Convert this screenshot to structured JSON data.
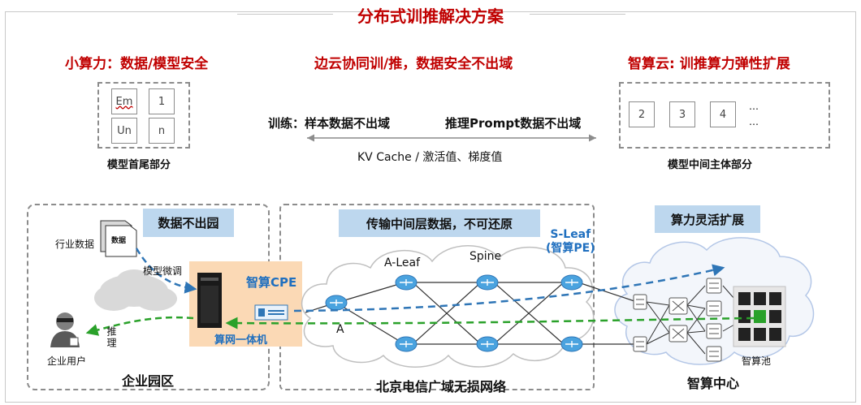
{
  "title": "分布式训推解决方案",
  "sections": {
    "left_heading": "小算力：数据/模型安全",
    "center_heading": "边云协同训/推，数据安全不出域",
    "right_heading": "智算云: 训推算力弹性扩展"
  },
  "left_model": {
    "cells": [
      "Em",
      "1",
      "Un",
      "n"
    ],
    "caption": "模型首尾部分"
  },
  "right_model": {
    "cells": [
      "2",
      "3",
      "4"
    ],
    "dots": [
      "…",
      "…"
    ],
    "caption": "模型中间主体部分"
  },
  "center": {
    "train_label": "训练：样本数据不出域",
    "infer_label": "推理Prompt数据不出域",
    "arrow_label": "KV Cache / 激活值、梯度值"
  },
  "campus": {
    "badge": "数据不出园",
    "industry_data": "行业数据",
    "doc_label": "数据",
    "fine_tune": "模型微调",
    "inference": "推理",
    "user": "企业用户",
    "cpe": "智算CPE",
    "appliance": "算网一体机",
    "caption": "企业园区"
  },
  "wan": {
    "badge": "传输中间层数据，不可还原",
    "a_leaf": "A-Leaf",
    "spine": "Spine",
    "s_leaf": "S-Leaf\n(智算PE)",
    "a_label": "A",
    "caption": "北京电信广域无损网络"
  },
  "dc": {
    "badge": "算力灵活扩展",
    "pool": "智算池",
    "caption": "智算中心"
  },
  "colors": {
    "title_red": "#c00000",
    "badge_blue": "#bdd7ee",
    "accent_blue": "#1f6fbf",
    "arrow_green": "#2aa12a",
    "arrow_blue": "#2e75b6",
    "router_blue": "#4aa3df"
  }
}
